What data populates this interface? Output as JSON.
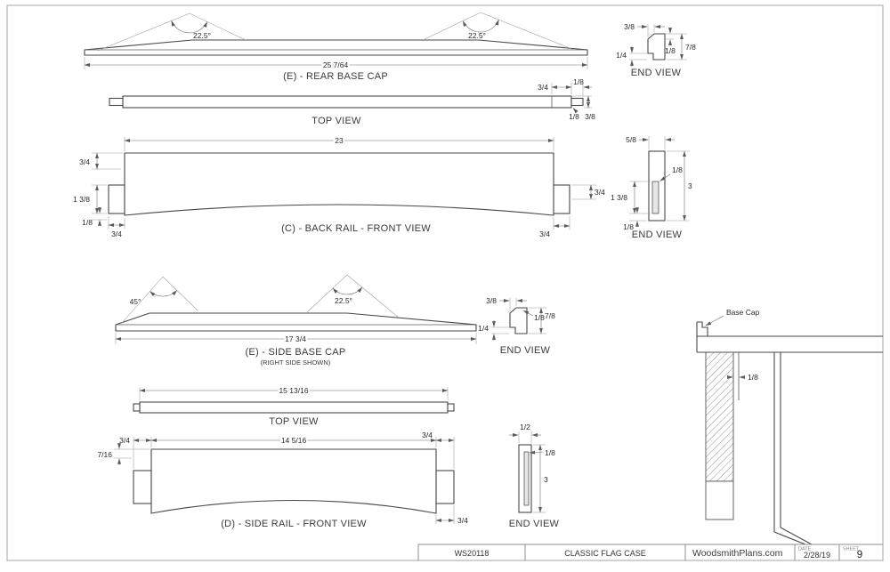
{
  "sheet": {
    "plan_number": "WS20118",
    "plan_title": "CLASSIC FLAG CASE",
    "site": "WoodsmithPlans.com",
    "date_label": "DATE",
    "date": "2/28/19",
    "sheet_label": "SHEET",
    "sheet_number": "9"
  },
  "rear_base_cap": {
    "title": "(E) - REAR BASE CAP",
    "angle_left": "22.5°",
    "angle_right": "22.5°",
    "length": "25 7/64"
  },
  "rear_cap_end": {
    "title": "END VIEW",
    "top_width": "3/8",
    "rabbet": "1/4",
    "step": "1/8",
    "height": "7/8"
  },
  "rear_cap_top": {
    "title": "TOP VIEW",
    "end_length": "3/4",
    "lip_top": "1/8",
    "lip_bottom": "1/8",
    "depth": "3/8"
  },
  "back_rail": {
    "title": "(C) - BACK RAIL - FRONT VIEW",
    "length": "23",
    "top_offset": "3/4",
    "tenon_height": "1 3/8",
    "haunch": "1/8",
    "tenon_length": "3/4",
    "right_offset": "3/4",
    "right_tenon_length": "3/4"
  },
  "back_rail_end": {
    "title": "END VIEW",
    "thickness": "5/8",
    "height": "3",
    "groove_length": "1 3/8",
    "groove_width": "1/8",
    "groove_bottom": "1/8"
  },
  "side_base_cap": {
    "title": "(E) - SIDE BASE CAP",
    "subtitle": "(RIGHT SIDE SHOWN)",
    "angle_left": "45°",
    "angle_right": "22.5°",
    "length": "17 3/4"
  },
  "side_cap_end": {
    "title": "END VIEW",
    "top_width": "3/8",
    "rabbet": "1/4",
    "step": "1/8",
    "height": "7/8"
  },
  "side_rail_top": {
    "title": "TOP VIEW",
    "length": "15 13/16"
  },
  "side_rail": {
    "title": "(D) - SIDE RAIL - FRONT VIEW",
    "left_tenon": "3/4",
    "length": "14 5/16",
    "right_tenon": "3/4",
    "top_offset": "7/16",
    "bottom_tenon": "3/4"
  },
  "side_rail_end": {
    "title": "END VIEW",
    "thickness": "1/2",
    "groove_width": "1/8",
    "height": "3"
  },
  "detail": {
    "callout": "Base Cap",
    "reveal": "1/8"
  }
}
